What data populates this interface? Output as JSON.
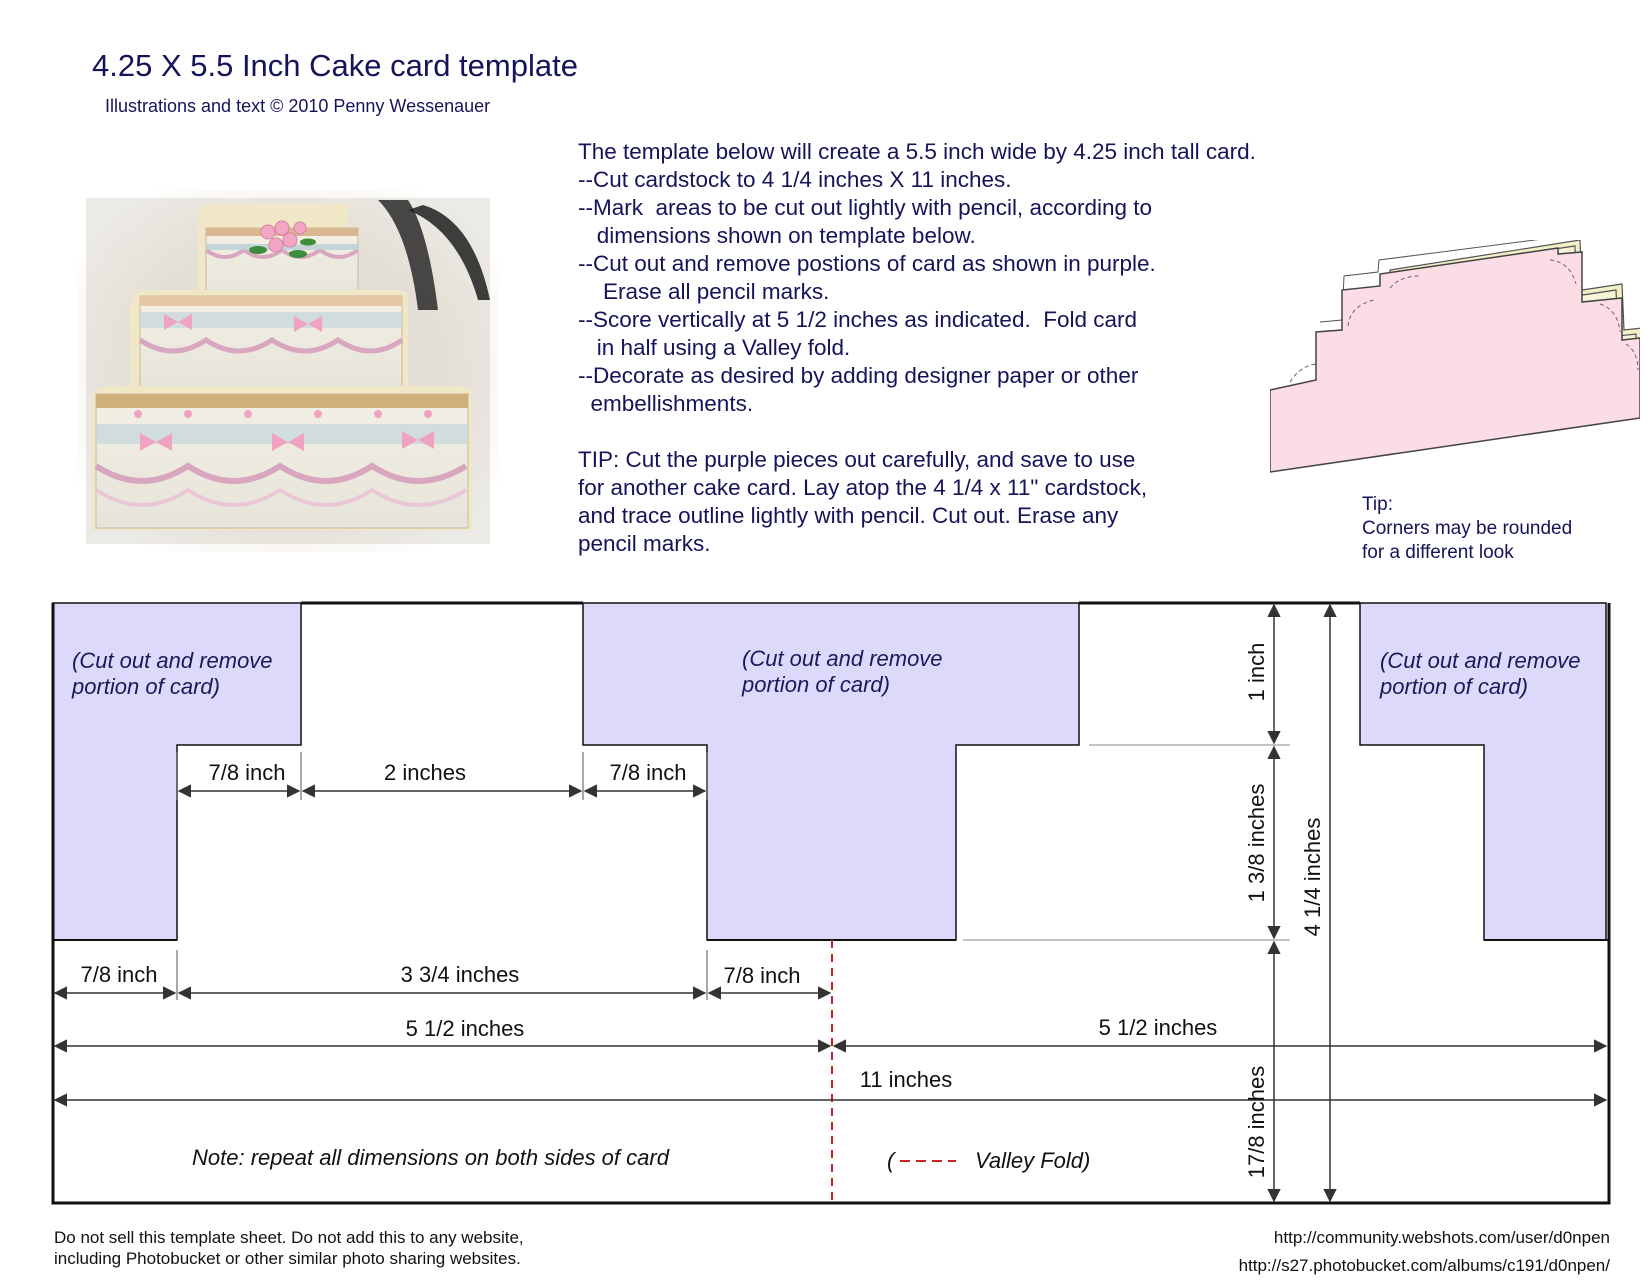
{
  "header": {
    "title": "4.25 X 5.5 Inch Cake card template",
    "credit": "Illustrations and text © 2010 Penny Wessenauer"
  },
  "instructions": [
    "The template below will create a 5.5 inch wide by 4.25 inch tall card.",
    "--Cut cardstock to 4 1/4 inches X 11 inches.",
    "--Mark  areas to be cut out lightly with pencil, according to",
    "   dimensions shown on template below.",
    "--Cut out and remove postions of card as shown in purple.",
    "    Erase all pencil marks.",
    "--Score vertically at 5 1/2 inches as indicated.  Fold card",
    "   in half using a Valley fold.",
    "--Decorate as desired by adding designer paper or other",
    "  embellishments."
  ],
  "tip": [
    "TIP: Cut the purple pieces out carefully, and save to use",
    "for another cake card. Lay atop the 4 1/4 x 11\" cardstock,",
    "and trace outline lightly with pencil. Cut out. Erase any",
    "pencil marks."
  ],
  "illustration_tip": [
    "Tip:",
    "Corners may be rounded",
    "for a different look"
  ],
  "template": {
    "cut_label_line1": "(Cut out and remove",
    "cut_label_line2": "portion of card)",
    "dim_7_8": "7/8 inch",
    "dim_2": "2 inches",
    "dim_3_3_4": "3 3/4 inches",
    "dim_5_1_2": "5 1/2 inches",
    "dim_11": "11 inches",
    "dim_1": "1 inch",
    "dim_1_3_8": "1 3/8 inches",
    "dim_4_1_4": "4 1/4 inches",
    "dim_1_7_8": "17/8 inches",
    "note": "Note: repeat all dimensions on both sides of card",
    "valley_prefix": "(",
    "valley_suffix": "Valley Fold)",
    "colors": {
      "cutout": "#dcd9fa",
      "fold": "#cc2222",
      "outline": "#111111",
      "dim": "#444444"
    }
  },
  "footer": {
    "left_line1": "Do not sell this template sheet. Do not add this to any website,",
    "left_line2": "including Photobucket or other similar photo sharing websites.",
    "url1": "http://community.webshots.com/user/d0npen",
    "url2": "http://s27.photobucket.com/albums/c191/d0npen/"
  }
}
